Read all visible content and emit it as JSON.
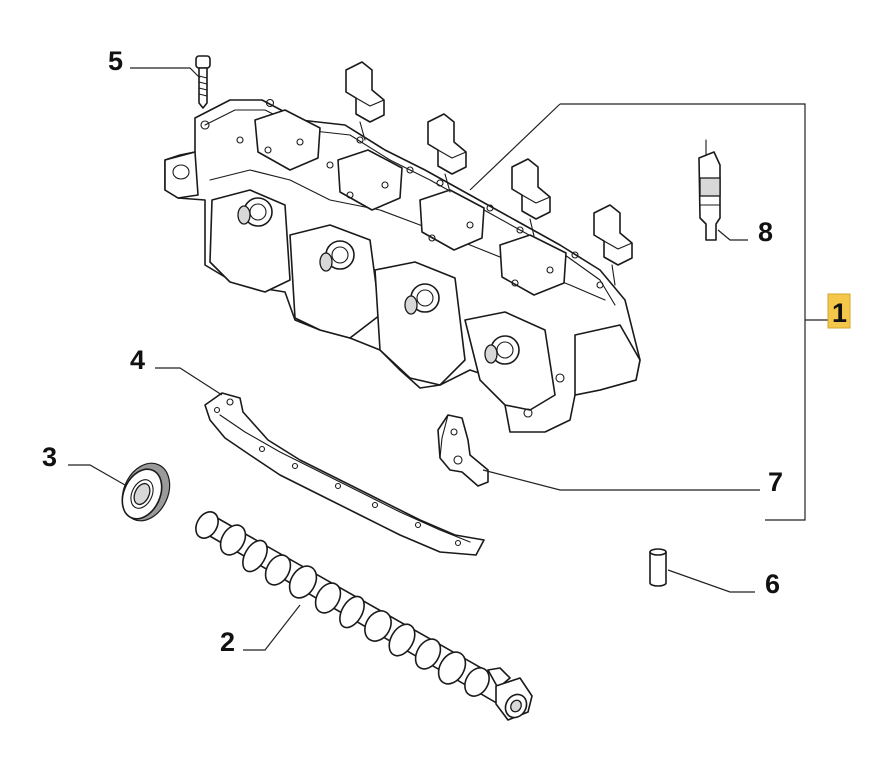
{
  "diagram": {
    "highlight_color": "#f4c64a",
    "callouts": [
      {
        "id": "1",
        "label": "1",
        "part": "cylinder-head-assembly",
        "highlighted": true
      },
      {
        "id": "2",
        "label": "2",
        "part": "camshaft"
      },
      {
        "id": "3",
        "label": "3",
        "part": "oil-seal"
      },
      {
        "id": "4",
        "label": "4",
        "part": "gasket"
      },
      {
        "id": "5",
        "label": "5",
        "part": "bolt"
      },
      {
        "id": "6",
        "label": "6",
        "part": "dowel-pin"
      },
      {
        "id": "7",
        "label": "7",
        "part": "bracket"
      },
      {
        "id": "8",
        "label": "8",
        "part": "sensor"
      }
    ]
  }
}
